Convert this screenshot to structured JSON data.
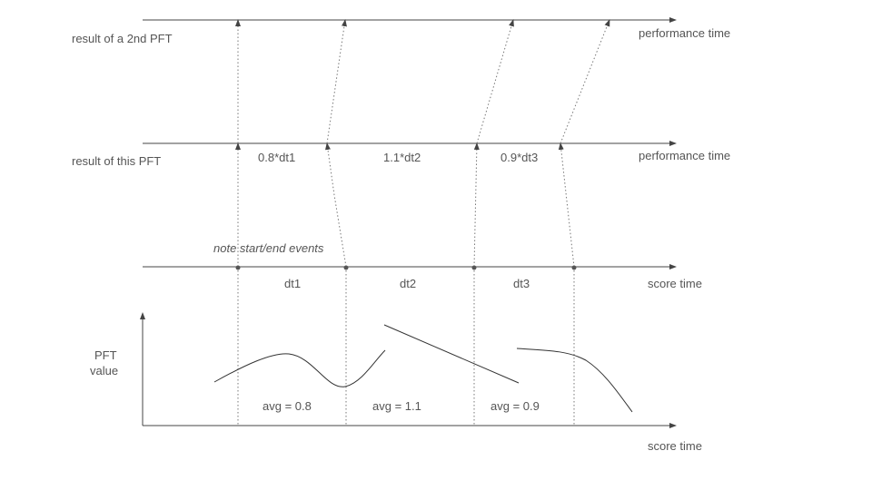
{
  "labels": {
    "row_2nd_pft": "result of a 2nd PFT",
    "row_this_pft": "result of this PFT",
    "performance_time_top": "performance time",
    "performance_time_mid": "performance time",
    "note_events": "note start/end events",
    "score_time_mid": "score time",
    "score_time_bottom": "score time",
    "pft_value_line1": "PFT",
    "pft_value_line2": "value"
  },
  "performance_segments": [
    "0.8*dt1",
    "1.1*dt2",
    "0.9*dt3"
  ],
  "score_segments": [
    "dt1",
    "dt2",
    "dt3"
  ],
  "averages": [
    "avg = 0.8",
    "avg = 1.1",
    "avg = 0.9"
  ]
}
